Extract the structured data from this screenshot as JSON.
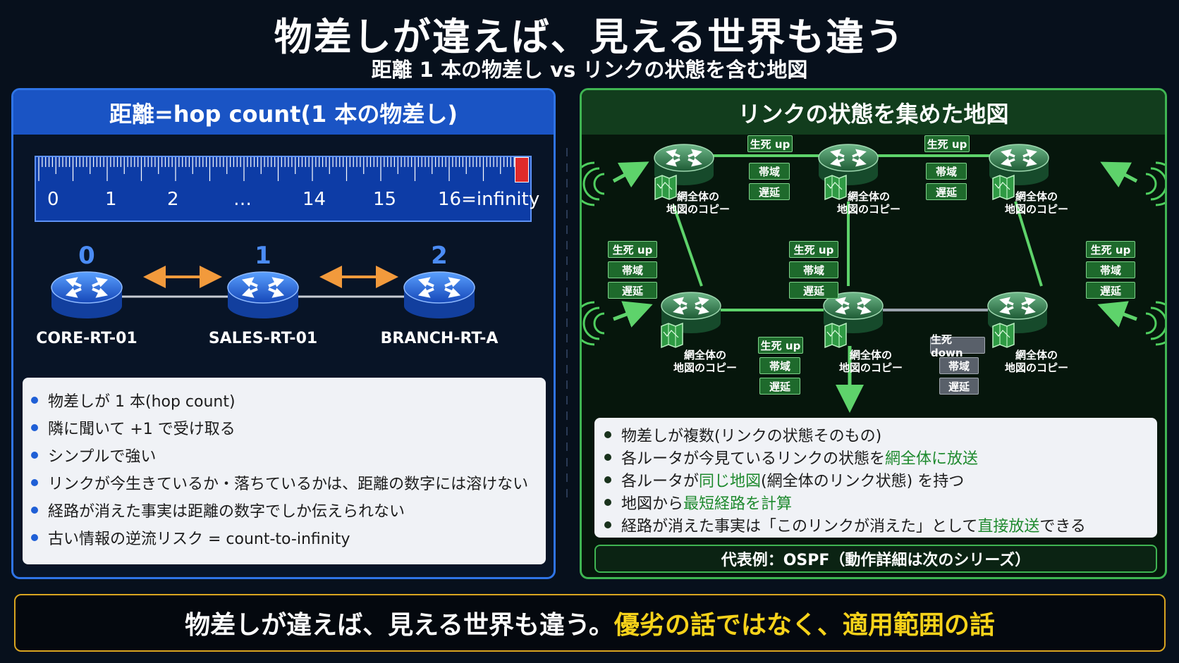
{
  "title": "物差しが違えば、見える世界も違う",
  "subtitle": "距離 1 本の物差し vs リンクの状態を含む地図",
  "left": {
    "heading": "距離=hop count(1 本の物差し)",
    "ruler_labels": [
      "0",
      "1",
      "2",
      "…",
      "14",
      "15",
      "16=infinity"
    ],
    "routers": [
      {
        "name": "CORE-RT-01",
        "hop": "0"
      },
      {
        "name": "SALES-RT-01",
        "hop": "1"
      },
      {
        "name": "BRANCH-RT-A",
        "hop": "2"
      }
    ],
    "bullets": [
      "物差しが 1 本(hop count)",
      "隣に聞いて +1 で受け取る",
      "シンプルで強い",
      "リンクが今生きているか・落ちているかは、距離の数字には溶けない",
      "経路が消えた事実は距離の数字でしか伝えられない",
      "古い情報の逆流リスク = count-to-infinity"
    ]
  },
  "right": {
    "heading": "リンクの状態を集めた地図",
    "copy_label_line1": "網全体の",
    "copy_label_line2": "地図のコピー",
    "tag_up": "生死 up",
    "tag_down": "生死 down",
    "tag_bandwidth": "帯域",
    "tag_delay": "遅延",
    "bullets": [
      {
        "pre": "物差しが複数(リンクの状態そのもの)",
        "hl": "",
        "post": ""
      },
      {
        "pre": "各ルータが今見ているリンクの状態を",
        "hl": "網全体に放送",
        "post": ""
      },
      {
        "pre": "各ルータが",
        "hl": "同じ地図",
        "post": "(網全体のリンク状態) を持つ"
      },
      {
        "pre": "地図から",
        "hl": "最短経路を計算",
        "post": ""
      },
      {
        "pre": "経路が消えた事実は「このリンクが消えた」として",
        "hl": "直接放送",
        "post": "できる"
      }
    ],
    "example": "代表例：OSPF（動作詳細は次のシリーズ）"
  },
  "footer": {
    "main": "物差しが違えば、見える世界も違う。",
    "highlight": "優劣の話ではなく、適用範囲の話"
  },
  "colors": {
    "blue_accent": "#2f74e6",
    "green_accent": "#3fb552",
    "footer_highlight": "#f6d21a",
    "arrow_orange": "#f29a3c"
  }
}
